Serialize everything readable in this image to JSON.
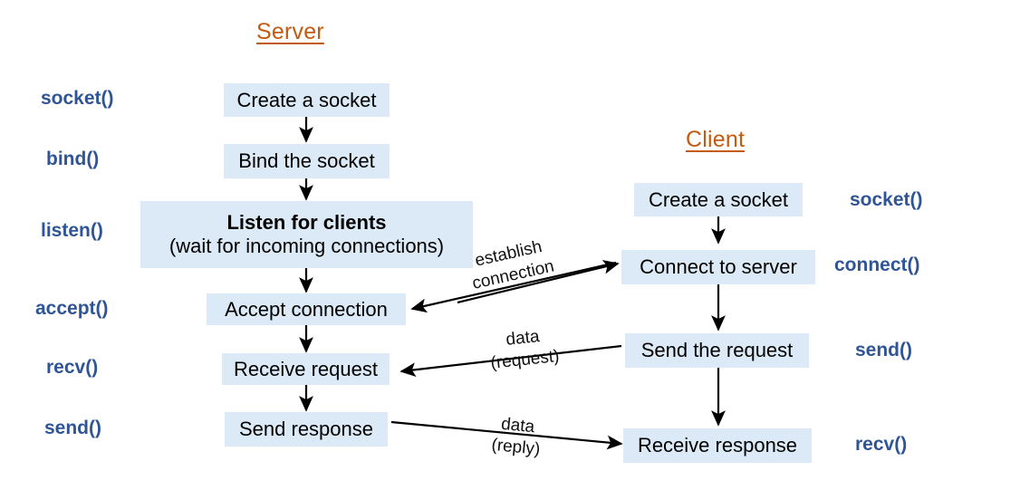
{
  "diagram": {
    "title_server": "Server",
    "title_client": "Client",
    "accent_color": "#C55A11",
    "box_fill": "#DCE9F6",
    "api_color": "#2F5597",
    "line_color": "#000000"
  },
  "server": {
    "title": "Server",
    "steps": [
      {
        "api": "socket()",
        "text": "Create a socket",
        "sub": ""
      },
      {
        "api": "bind()",
        "text": "Bind the socket",
        "sub": ""
      },
      {
        "api": "listen()",
        "text": "Listen for clients",
        "sub": "(wait for incoming connections)"
      },
      {
        "api": "accept()",
        "text": "Accept connection",
        "sub": ""
      },
      {
        "api": "recv()",
        "text": "Receive request",
        "sub": ""
      },
      {
        "api": "send()",
        "text": "Send response",
        "sub": ""
      }
    ]
  },
  "client": {
    "title": "Client",
    "steps": [
      {
        "api": "socket()",
        "text": "Create a socket"
      },
      {
        "api": "connect()",
        "text": "Connect to server"
      },
      {
        "api": "send()",
        "text": "Send the request"
      },
      {
        "api": "recv()",
        "text": "Receive response"
      }
    ]
  },
  "edges": [
    {
      "l1": "establish",
      "l2": "connection"
    },
    {
      "l1": "data",
      "l2": "(request)"
    },
    {
      "l1": "data",
      "l2": "(reply)"
    }
  ]
}
